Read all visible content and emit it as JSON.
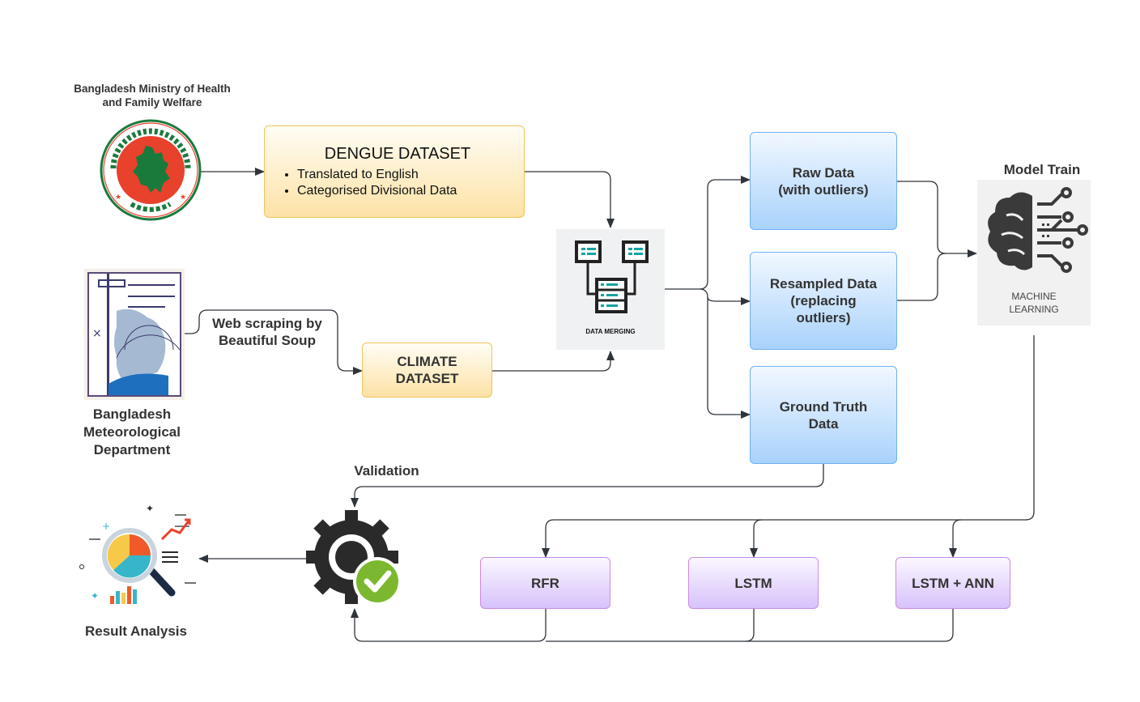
{
  "sources": {
    "ministry_label": "Bangladesh Ministry of Health and Family Welfare",
    "bmd_label": "Bangladesh Meteorological Department"
  },
  "scraping_label": "Web scraping by Beautiful Soup",
  "dengue": {
    "title": "DENGUE DATASET",
    "bullets": [
      "Translated to English",
      "Categorised Divisional Data"
    ]
  },
  "climate": {
    "title": "CLIMATE DATASET"
  },
  "merge": {
    "label": "DATA MERGING"
  },
  "datasets": [
    {
      "label": "Raw Data\n(with outliers)"
    },
    {
      "label": "Resampled Data\n(replacing\noutliers)"
    },
    {
      "label": "Ground Truth\nData"
    }
  ],
  "model_train": {
    "title": "Model Train",
    "ml_text": "MACHINE\nLEARNING"
  },
  "models": [
    {
      "label": "RFR"
    },
    {
      "label": "LSTM"
    },
    {
      "label": "LSTM + ANN"
    }
  ],
  "validation_label": "Validation",
  "result_label": "Result Analysis",
  "colors": {
    "yellow_border": "#f3c25a",
    "blue_border": "#6fb1f0",
    "purple_border": "#c98be6",
    "seal_red": "#e8412c",
    "seal_green": "#1a7a3c",
    "check_green": "#7cb82f",
    "arrow": "#2f343a"
  }
}
